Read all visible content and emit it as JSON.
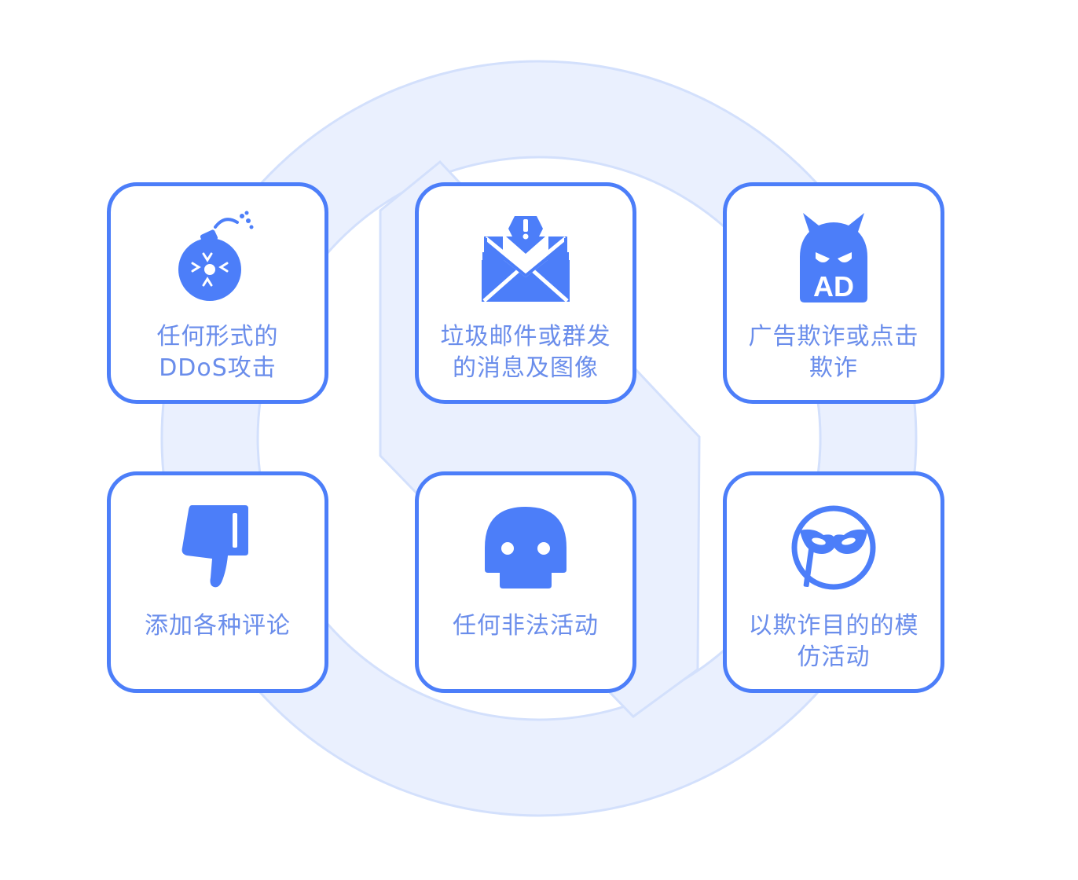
{
  "colors": {
    "accent": "#4C7EF9",
    "label_text": "#6A8DEB",
    "background_ring": "#EAF0FE",
    "background_ring_stroke": "#D3E0FC"
  },
  "cards": [
    {
      "label": "任何形式的\nDDoS攻击",
      "icon": "bomb-icon"
    },
    {
      "label": "垃圾邮件或群发\n的消息及图像",
      "icon": "warning-envelope-icon"
    },
    {
      "label": "广告欺诈或点击\n欺诈",
      "icon": "devil-ad-icon"
    },
    {
      "label": "添加各种评论",
      "icon": "thumbs-down-icon"
    },
    {
      "label": "任何非法活动",
      "icon": "skull-icon"
    },
    {
      "label": "以欺诈目的的模\n仿活动",
      "icon": "mask-icon"
    }
  ]
}
